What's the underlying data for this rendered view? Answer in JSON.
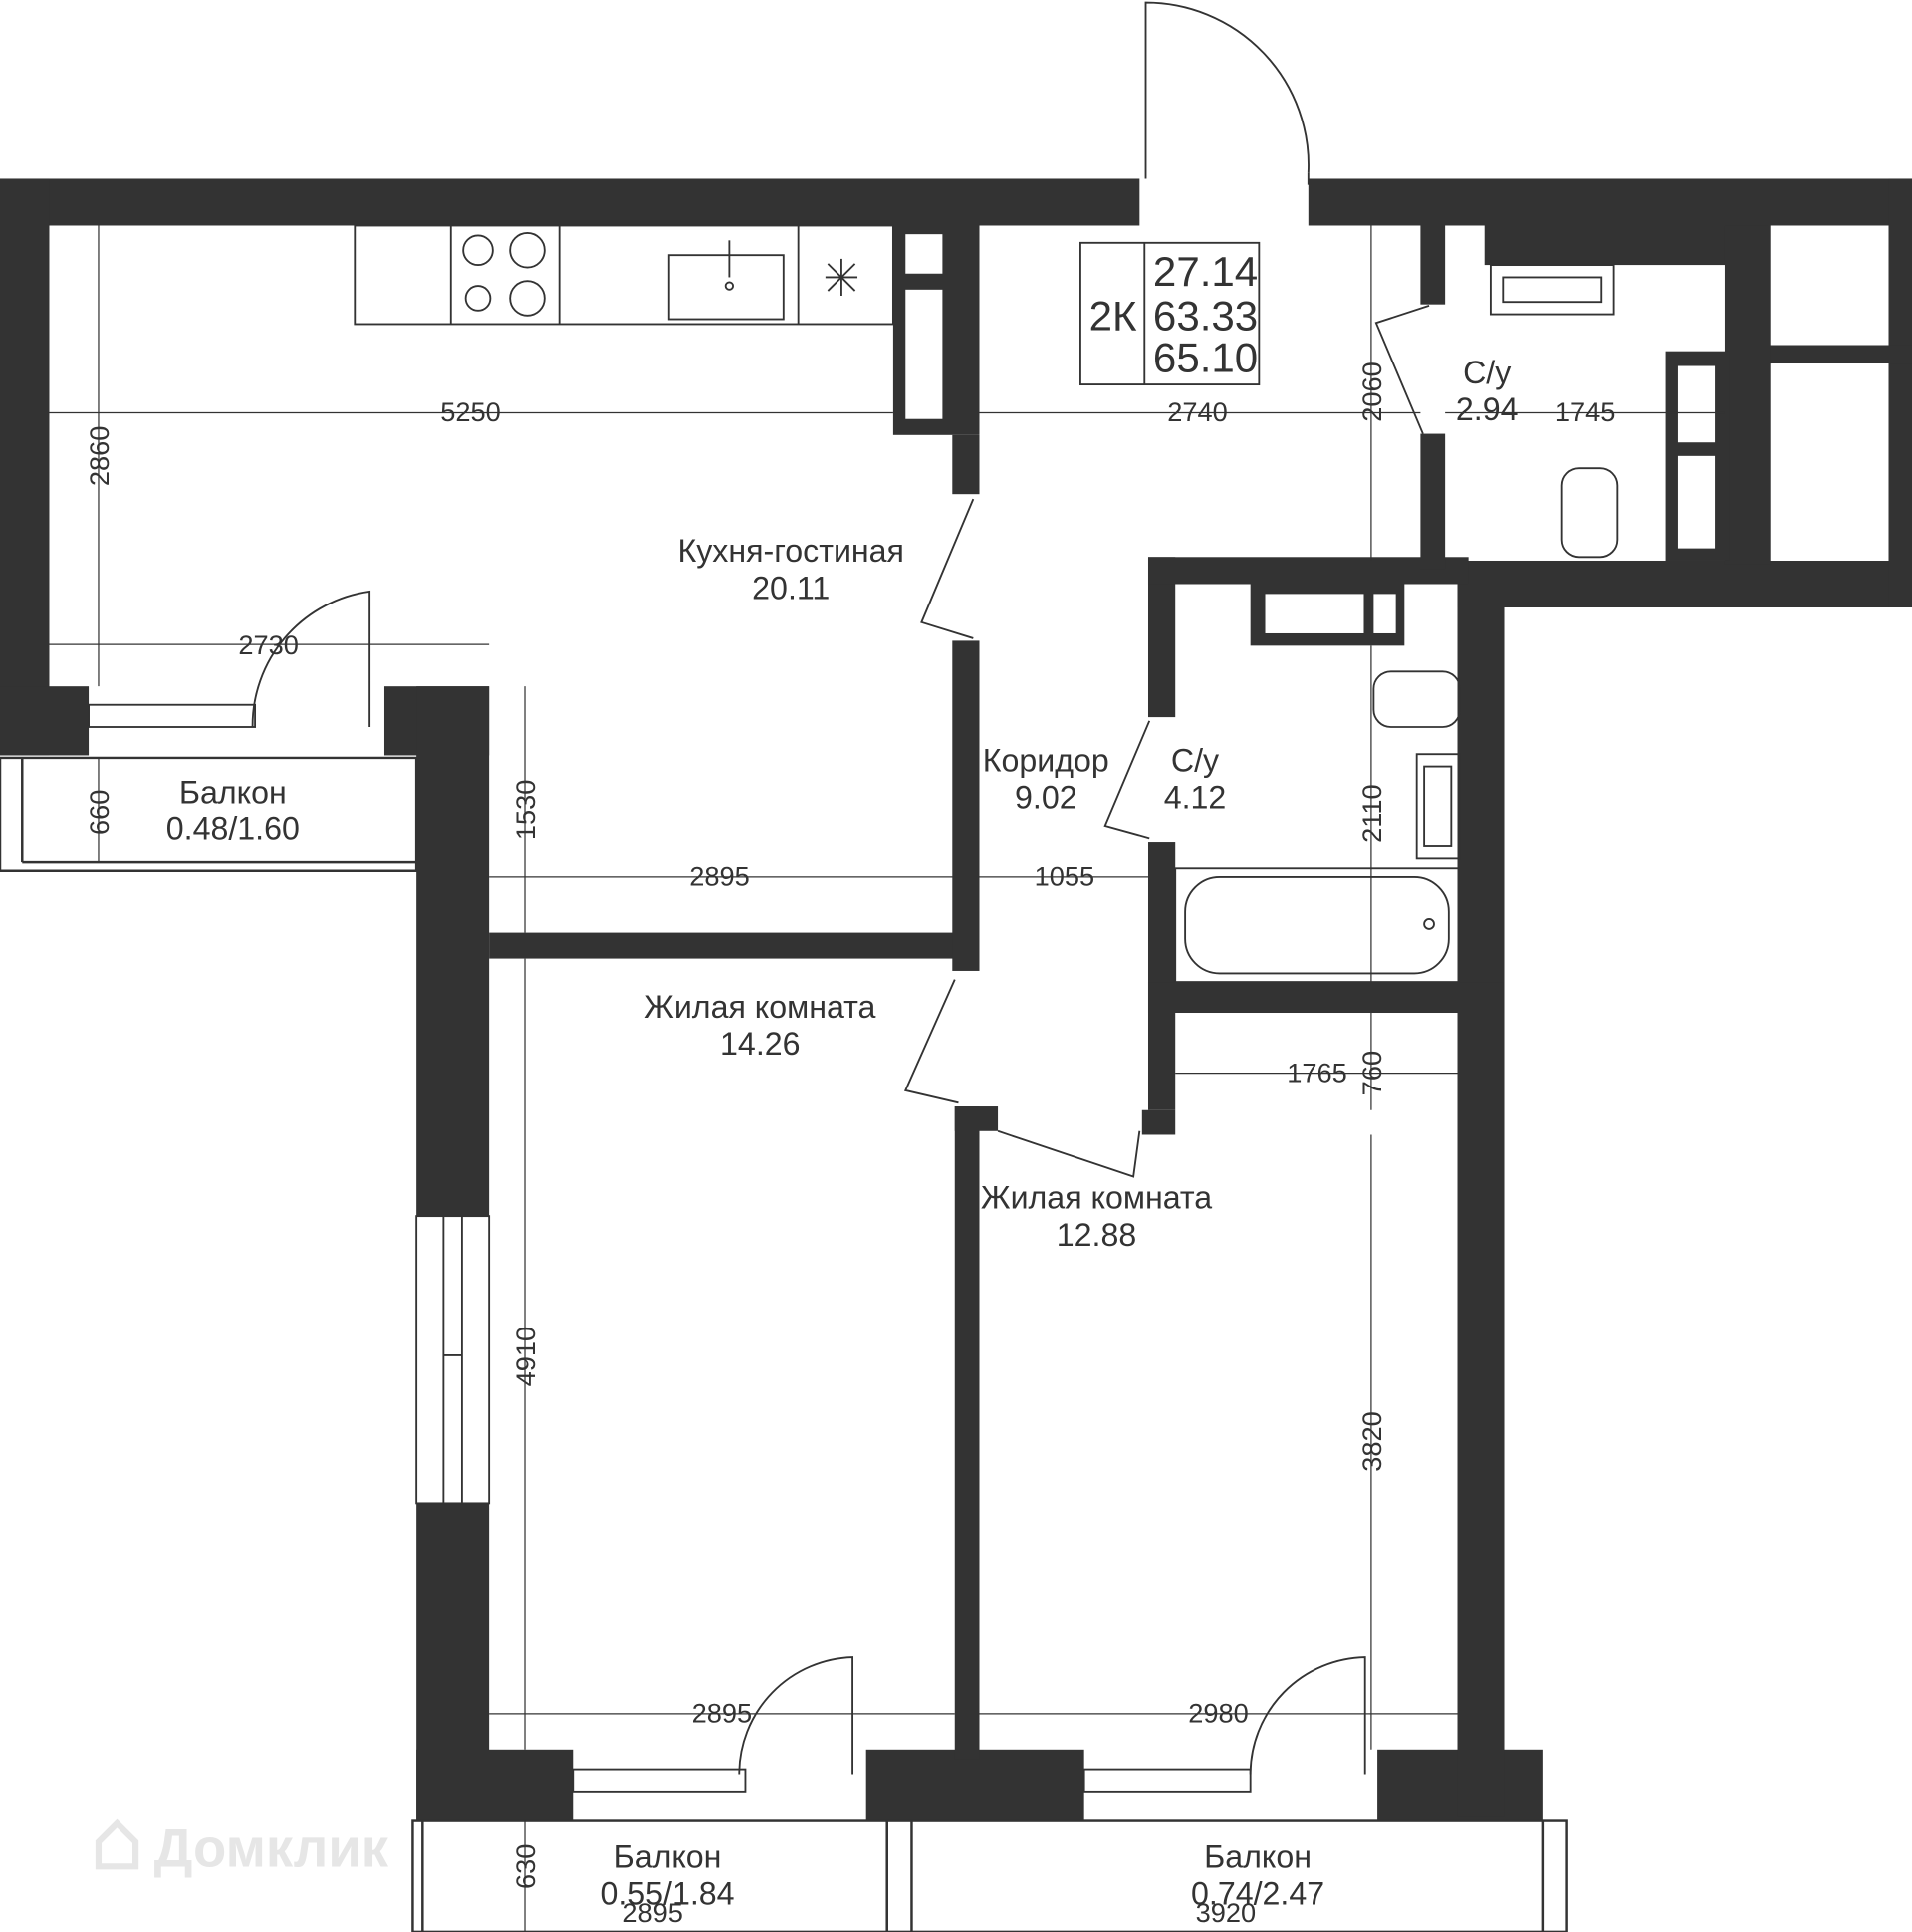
{
  "apartment": {
    "type": "2К",
    "living_area": "27.14",
    "total_area": "63.33",
    "total_area_with_balconies": "65.10"
  },
  "rooms": [
    {
      "name": "Кухня-гостиная",
      "area": "20.11"
    },
    {
      "name": "Коридор",
      "area": "9.02"
    },
    {
      "name": "С/у",
      "area": "2.94"
    },
    {
      "name": "С/у",
      "area": "4.12"
    },
    {
      "name": "Жилая комната",
      "area": "14.26"
    },
    {
      "name": "Жилая комната",
      "area": "12.88"
    },
    {
      "name": "Балкон",
      "area": "0.48/1.60"
    },
    {
      "name": "Балкон",
      "area": "0.55/1.84"
    },
    {
      "name": "Балкон",
      "area": "0.74/2.47"
    }
  ],
  "dimensions": {
    "kitchen_width": "5250",
    "kitchen_depth": "2860",
    "kitchen_lower_width": "2730",
    "corridor_width": "2740",
    "corridor_depth": "2060",
    "wc1_width": "1745",
    "balcony1_depth": "660",
    "room1_upper_depth": "1530",
    "room1_upper_width": "2895",
    "corridor_lower_width": "1055",
    "wc2_depth": "2110",
    "room2_width": "1765",
    "room2_small_depth": "760",
    "room1_depth": "4910",
    "room2_depth": "3820",
    "room1_width": "2895",
    "room2_width_bottom": "2980",
    "balcony2_depth": "630",
    "balcony2_width": "2895",
    "balcony3_width": "3920"
  },
  "watermark": "Домклик",
  "colors": {
    "wall": "#333333",
    "line": "#333333",
    "background": "#ffffff"
  }
}
